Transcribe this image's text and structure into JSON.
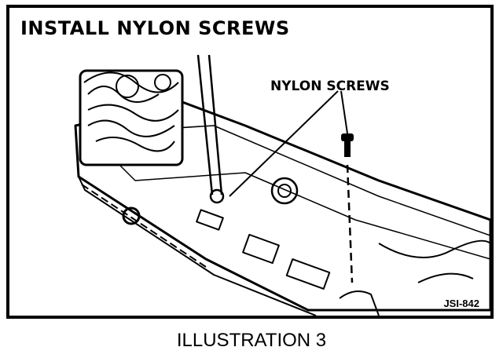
{
  "figure": {
    "title": "INSTALL NYLON SCREWS",
    "callout_label": "NYLON SCREWS",
    "code": "JSI-842",
    "caption": "ILLUSTRATION 3"
  }
}
